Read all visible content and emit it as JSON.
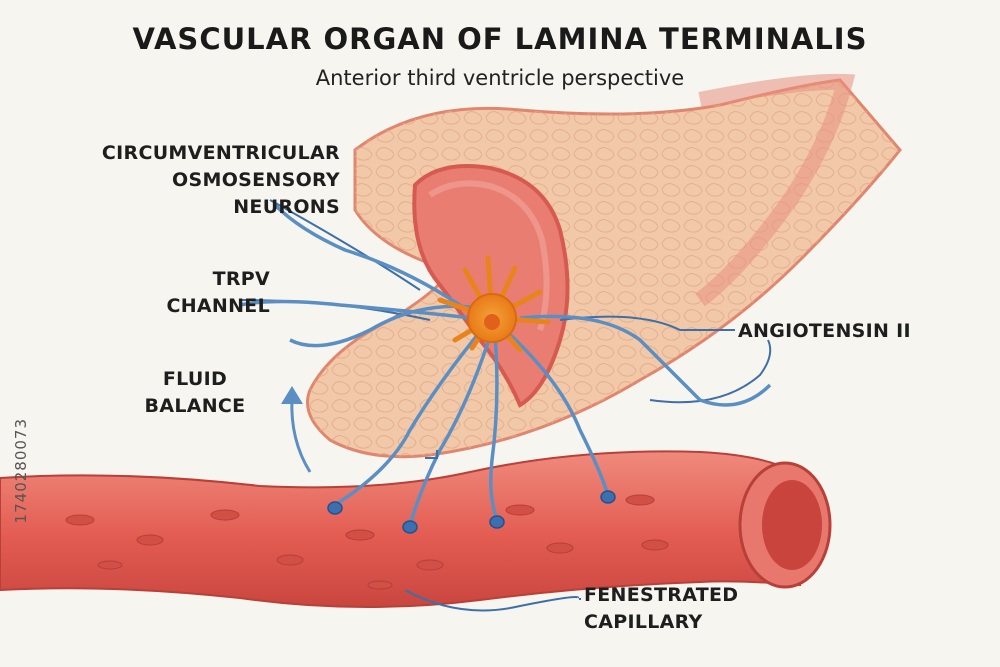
{
  "header": {
    "title": "VASCULAR ORGAN OF LAMINA TERMINALIS",
    "subtitle": "Anterior third ventricle perspective"
  },
  "labels": {
    "osmosensory_neurons": [
      "CIRCUMVENTRICULAR",
      "OSMOSENSORY",
      "NEURONS"
    ],
    "trpv_channel": [
      "TRPV",
      "CHANNEL"
    ],
    "fluid_balance": [
      "FLUID",
      "BALANCE"
    ],
    "angiotensin": "ANGIOTENSIN II",
    "fenestrated_capillary": [
      "FENESTRATED",
      "CAPILLARY"
    ]
  },
  "watermark": "1740280073",
  "colors": {
    "tissue": "#f2c9a8",
    "ventricle_wall": "#e66a62",
    "capillary": "#e35c52",
    "neuron": "#f39a2a",
    "nerve_fiber": "#5b8fc4",
    "leader_line": "#3d6fa8"
  }
}
